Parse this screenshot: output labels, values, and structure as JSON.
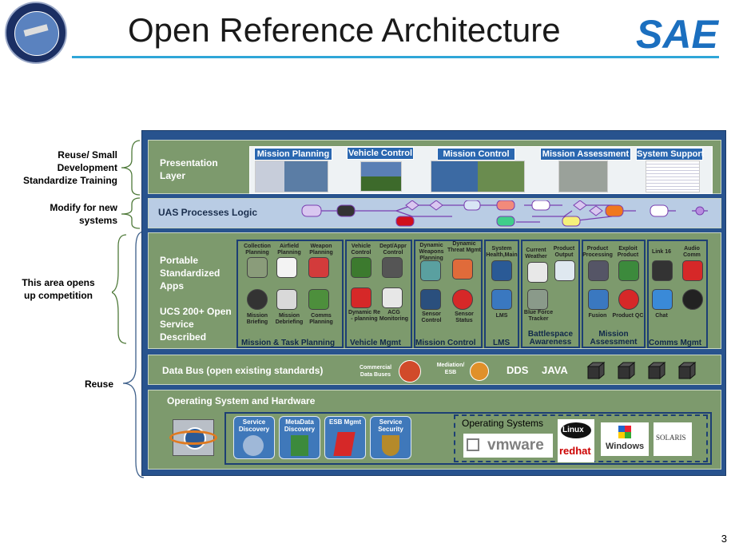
{
  "title": "Open Reference Architecture",
  "page_number": "3",
  "left_labels": {
    "reuse_small": [
      "Reuse/ Small",
      "Development",
      "Standardize Training"
    ],
    "modify": [
      "Modify for new",
      "systems"
    ],
    "opens": [
      "This area opens",
      "up competition"
    ],
    "reuse": "Reuse"
  },
  "presentation": {
    "label": [
      "Presentation",
      "Layer"
    ],
    "tabs": [
      "Mission Planning",
      "Vehicle Control",
      "Mission Control",
      "Mission Assessment",
      "System Support"
    ]
  },
  "uas": {
    "label": "UAS Processes Logic"
  },
  "apps": {
    "label": [
      "Portable",
      "Standardized",
      "Apps"
    ],
    "ucs": [
      "UCS 200+ Open",
      "Service",
      "Described"
    ],
    "groups": [
      {
        "name": "Mission & Task Planning",
        "items": [
          "Collection Planning",
          "Airfield Planning",
          "Weapon Planning",
          "Mission Briefing",
          "Mission Debriefing",
          "Comms Planning"
        ]
      },
      {
        "name": "Vehicle Mgmt",
        "items": [
          "Vehicle Control",
          "Dept/Appr Control",
          "Dynamic Re - planning",
          "ACG Monitoring"
        ]
      },
      {
        "name": "Mission Control",
        "items": [
          "Dynamic Weapons Planning",
          "Dynamic Threat Mgmt",
          "Sensor Control",
          "Sensor Status"
        ]
      },
      {
        "name": "LMS",
        "items": [
          "System Health,Main",
          "LMS"
        ]
      },
      {
        "name": "Battlespace Awareness",
        "items": [
          "Current Weather",
          "Product Output",
          "Blue Force Tracker"
        ]
      },
      {
        "name": "Mission Assessment",
        "items": [
          "Product Processing",
          "Exploit Product",
          "Fusion",
          "Product QC"
        ]
      },
      {
        "name": "Comms Mgmt",
        "items": [
          "Link 16",
          "Audio Comm",
          "Chat"
        ]
      }
    ]
  },
  "databus": {
    "label": "Data Bus (open existing standards)",
    "commercial": "Commercial Data Buses",
    "mediation": "Mediation/ ESB",
    "dds": "DDS",
    "java": "JAVA"
  },
  "os": {
    "label": "Operating System and Hardware",
    "services": [
      "Service Discovery",
      "MetaData Discovery",
      "ESB Mgmt",
      "Service Security"
    ],
    "os_title": "Operating Systems",
    "vmware": "vmware",
    "linux": "Linux",
    "redhat": "redhat",
    "windows": "Windows",
    "solaris": "SOLARIS"
  }
}
